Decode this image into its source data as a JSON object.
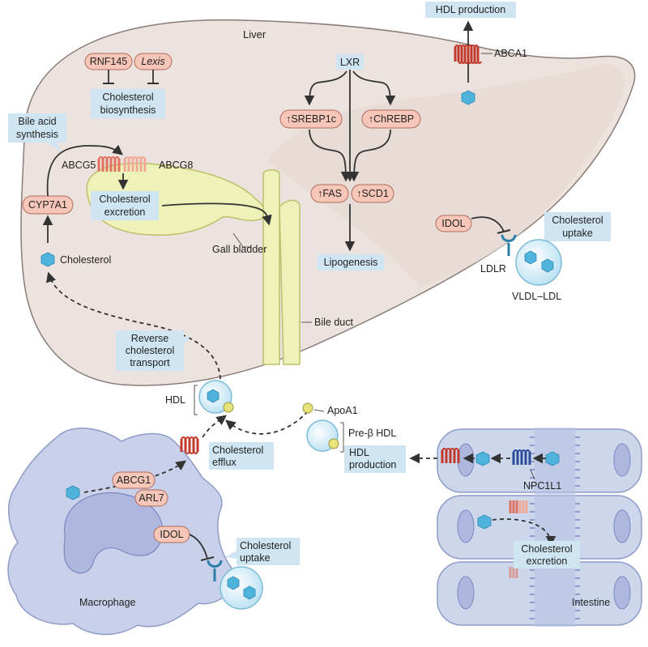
{
  "liver": {
    "title": "Liver",
    "rnf145": "RNF145",
    "lexis": "Lexis",
    "chol_biosynthesis_1": "Cholesterol",
    "chol_biosynthesis_2": "biosynthesis",
    "lxr": "LXR",
    "srebp1c": "↑SREBP1c",
    "chrebp": "↑ChREBP",
    "fas": "↑FAS",
    "scd1": "↑SCD1",
    "lipogenesis": "Lipogenesis",
    "hdl_production_top": "HDL production",
    "abca1": "ABCA1",
    "bile_acid_1": "Bile acid",
    "bile_acid_2": "synthesis",
    "abcg5": "ABCG5",
    "abcg8": "ABCG8",
    "chol_excretion_1": "Cholesterol",
    "chol_excretion_2": "excretion",
    "cyp7a1": "CYP7A1",
    "cholesterol": "Cholesterol",
    "gall_bladder": "Gall bladder",
    "idol": "IDOL",
    "chol_uptake_1": "Cholesterol",
    "chol_uptake_2": "uptake",
    "ldlr": "LDLR",
    "vldl_ldl": "VLDL–LDL",
    "bile_duct": "Bile duct"
  },
  "transport": {
    "rct_1": "Reverse",
    "rct_2": "cholesterol",
    "rct_3": "transport",
    "hdl": "HDL",
    "apoa1": "ApoA1",
    "pre_beta_hdl": "Pre-β HDL",
    "hdl_production_1": "HDL",
    "hdl_production_2": "production",
    "chol_efflux_1": "Cholesterol",
    "chol_efflux_2": "efflux"
  },
  "macrophage": {
    "title": "Macrophage",
    "abcg1": "ABCG1",
    "arl7": "ARL7",
    "idol": "IDOL",
    "chol_uptake_1": "Cholesterol",
    "chol_uptake_2": "uptake"
  },
  "intestine": {
    "title": "Intestine",
    "npc1l1": "NPC1L1",
    "chol_excretion_1": "Cholesterol",
    "chol_excretion_2": "excretion"
  },
  "colors": {
    "liver_fill": "#ede3de",
    "gall_fill": "#eef2b8",
    "label_box": "#cfe6f2",
    "pill_fill": "#f6c7b8",
    "cholesterol_hex": "#4fb3dc",
    "transporter_red": "#c0392b",
    "macrophage_fill": "#c9d1ea",
    "intestine_fill": "#cdd7ec"
  }
}
